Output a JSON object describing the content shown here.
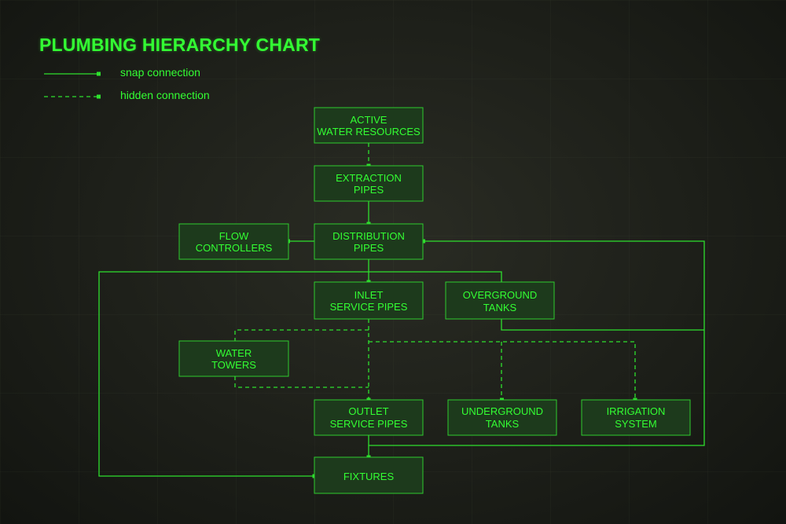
{
  "title": "PLUMBING HIERARCHY CHART",
  "legend": {
    "snap": "snap connection",
    "hidden": "hidden connection"
  },
  "nodes": [
    {
      "id": "active",
      "lines": [
        "ACTIVE",
        "WATER RESOURCES"
      ]
    },
    {
      "id": "extraction",
      "lines": [
        "EXTRACTION",
        "PIPES"
      ]
    },
    {
      "id": "distribution",
      "lines": [
        "DISTRIBUTION",
        "PIPES"
      ]
    },
    {
      "id": "flow",
      "lines": [
        "FLOW",
        "CONTROLLERS"
      ]
    },
    {
      "id": "inlet",
      "lines": [
        "INLET",
        "SERVICE PIPES"
      ]
    },
    {
      "id": "overground",
      "lines": [
        "OVERGROUND",
        "TANKS"
      ]
    },
    {
      "id": "towers",
      "lines": [
        "WATER",
        "TOWERS"
      ]
    },
    {
      "id": "outlet",
      "lines": [
        "OUTLET",
        "SERVICE PIPES"
      ]
    },
    {
      "id": "underground",
      "lines": [
        "UNDERGROUND",
        "TANKS"
      ]
    },
    {
      "id": "irrigation",
      "lines": [
        "IRRIGATION",
        "SYSTEM"
      ]
    },
    {
      "id": "fixtures",
      "lines": [
        "FIXTURES"
      ]
    }
  ],
  "colors": {
    "accent": "#33ff33",
    "node_fill": "#1d3a1c",
    "background": "#1d1f19"
  }
}
